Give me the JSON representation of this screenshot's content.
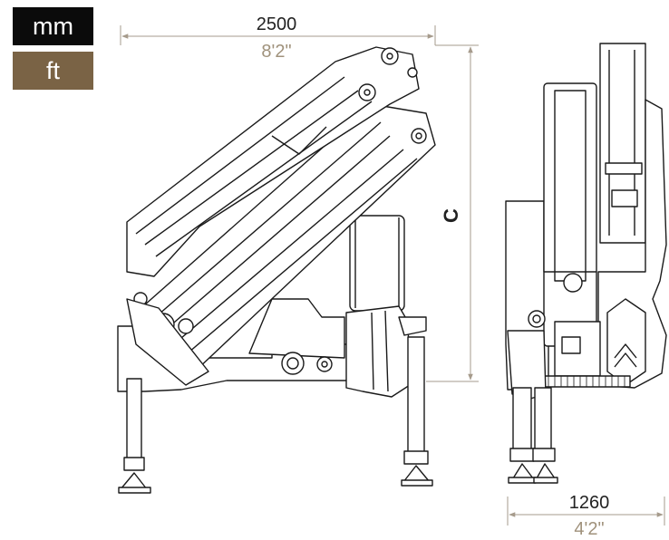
{
  "unit_switch": {
    "mm_label": "mm",
    "ft_label": "ft",
    "active": "mm",
    "mm_color": "#0b0b0b",
    "ft_color": "#7a6345"
  },
  "dimensions": {
    "width_mm": "2500",
    "width_ft": "8'2\"",
    "height_label": "C",
    "base_width_mm": "1260",
    "base_width_ft": "4'2\""
  },
  "colors": {
    "line": "#1a1a1a",
    "dim_line": "#a69b8c",
    "ft_text": "#a0927c"
  }
}
